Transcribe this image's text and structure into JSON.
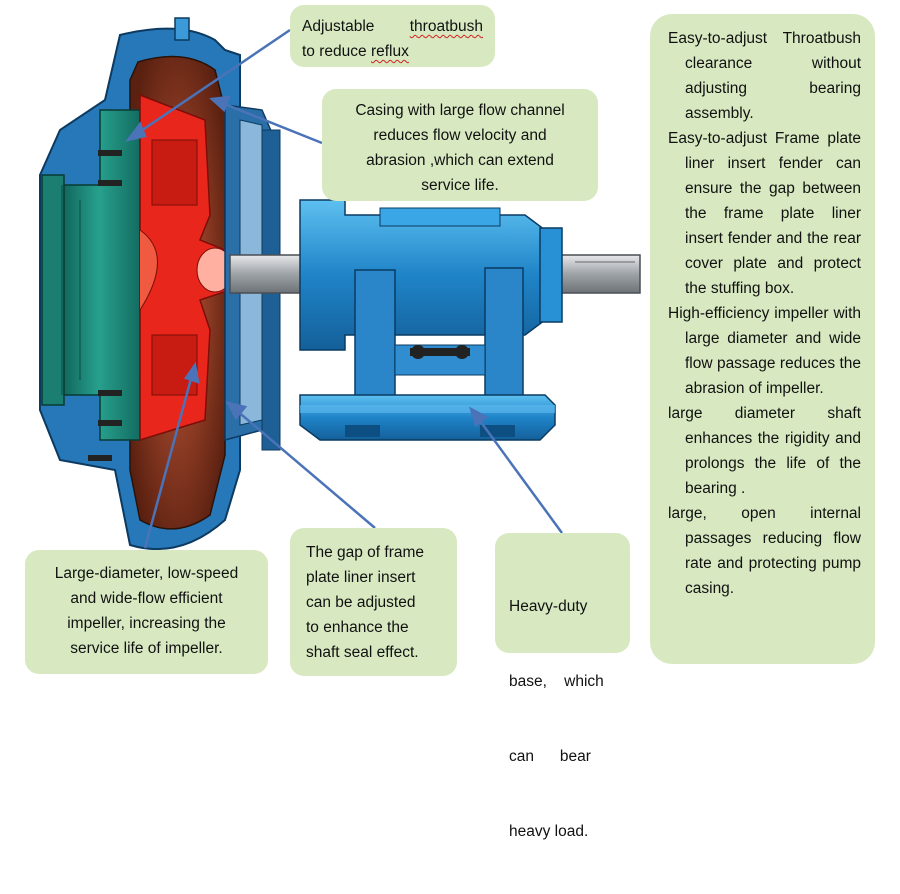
{
  "callouts": {
    "throatbush": {
      "line1_a": "Adjustable",
      "line1_b": "throatbush",
      "line2_a": "to reduce",
      "line2_b": "reflux"
    },
    "casing": {
      "lines": [
        "Casing with large flow channel",
        "reduces flow velocity and",
        "abrasion ,which can extend",
        "service life."
      ]
    },
    "impeller_large": {
      "lines": [
        "Large-diameter, low-speed",
        "and wide-flow efficient",
        "impeller, increasing the",
        "service life of impeller."
      ]
    },
    "frame_gap": {
      "lines": [
        "The gap of frame",
        "plate liner insert",
        "can be adjusted",
        "to enhance the",
        "shaft  seal effect."
      ]
    },
    "base": {
      "lines": [
        "Heavy-duty",
        "base,    which",
        "can      bear",
        "heavy load."
      ]
    }
  },
  "side_panel": {
    "items": [
      {
        "lead": "Easy-to-adjust",
        "rest": "Throatbush clearance without adjusting bearing assembly."
      },
      {
        "lead": "Easy-to-adjust",
        "rest": "Frame plate liner insert fender can ensure the gap between the frame plate liner insert fender and the rear cover plate and protect the stuffing box."
      },
      {
        "lead": "High-efficiency",
        "rest": "impeller with large diameter and wide flow passage reduces the abrasion of impeller."
      },
      {
        "lead": "large",
        "rest": "diameter shaft enhances the rigidity and prolongs the life of the bearing ."
      },
      {
        "lead": "large,",
        "rest": "open internal passages reducing flow rate and protecting pump casing."
      }
    ]
  },
  "colors": {
    "callout_bg": "#d8e9c1",
    "arrow": "#4a73b8",
    "casing_blue": "#2a8fd0",
    "impeller_red": "#e8261c",
    "plate_green": "#1f8a7a"
  }
}
